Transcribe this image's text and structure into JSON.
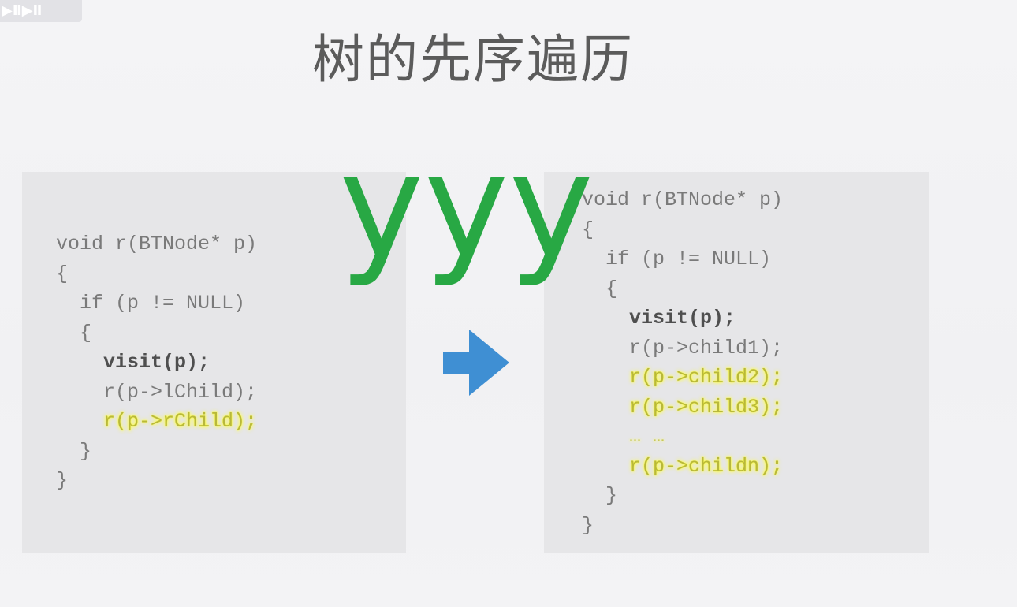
{
  "corner_logo": {
    "text": "▶Ⅱ▶Ⅱ"
  },
  "slide": {
    "title": "树的先序遍历"
  },
  "left_panel": {
    "lines": [
      "void r(BTNode* p)",
      "{",
      "  if (p != NULL)",
      "  {",
      "    visit(p);",
      "    r(p->lChild);",
      "    r(p->rChild);",
      "  }",
      "}"
    ]
  },
  "right_panel": {
    "lines": [
      "void r(BTNode* p)",
      "{",
      "  if (p != NULL)",
      "  {",
      "    visit(p);",
      "    r(p->child1);",
      "    r(p->child2);",
      "    r(p->child3);",
      "    … …",
      "    r(p->childn);",
      "  }",
      "}"
    ]
  },
  "overlay": {
    "text": "yyy"
  },
  "colors": {
    "arrow": "#3f8fd3",
    "overlay": "#28a844",
    "highlight": "#ffff3a"
  },
  "icons": {
    "arrow": "right-arrow-icon"
  }
}
